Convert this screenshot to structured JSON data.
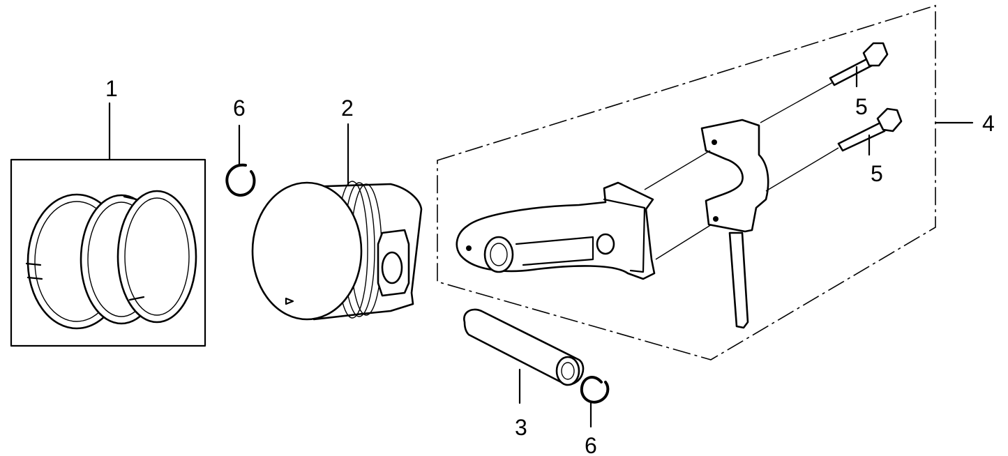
{
  "diagram": {
    "callouts": {
      "piston_ring_set": "1",
      "piston": "2",
      "piston_pin": "3",
      "connecting_rod_assembly": "4",
      "rod_bolt_upper": "5",
      "rod_bolt_lower": "5",
      "pin_clip_upper": "6",
      "pin_clip_lower": "6"
    }
  }
}
